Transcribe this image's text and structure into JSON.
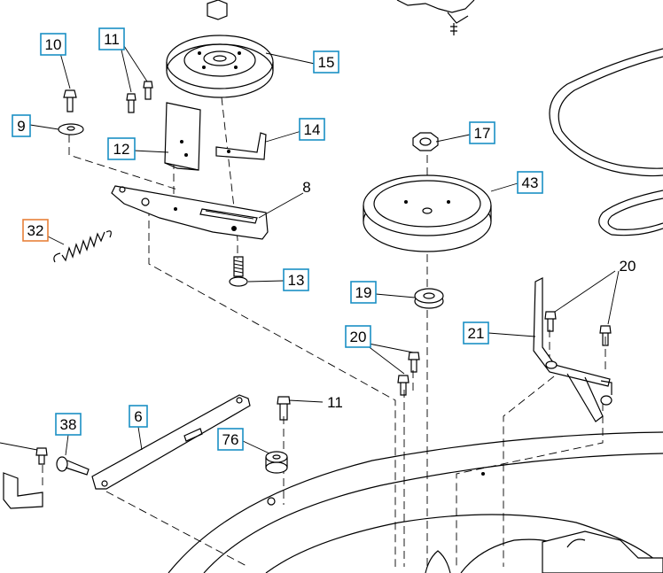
{
  "callouts": {
    "c10": "10",
    "c11a": "11",
    "c15": "15",
    "c9": "9",
    "c12": "12",
    "c14": "14",
    "c8": "8",
    "c17": "17",
    "c43": "43",
    "c32": "32",
    "c13": "13",
    "c19": "19",
    "c20a": "20",
    "c21": "21",
    "c20b": "20",
    "c6": "6",
    "c11b": "11",
    "c38": "38",
    "c76": "76"
  },
  "colors": {
    "box_border_blue": "#1a8fc4",
    "box_border_orange": "#e8803a",
    "line": "#000000"
  }
}
